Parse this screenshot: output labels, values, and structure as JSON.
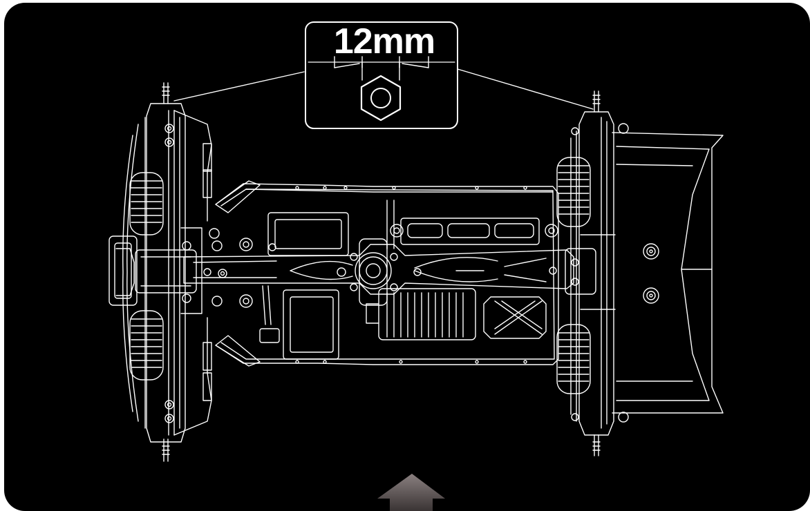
{
  "callout": {
    "dimension_label": "12mm",
    "subject": "hex-nut"
  },
  "colors": {
    "background": "#000000",
    "linework": "#ffffff",
    "arrow_top": "#8a8080",
    "arrow_bottom": "#3a3434"
  },
  "arrow": {
    "direction": "up"
  }
}
